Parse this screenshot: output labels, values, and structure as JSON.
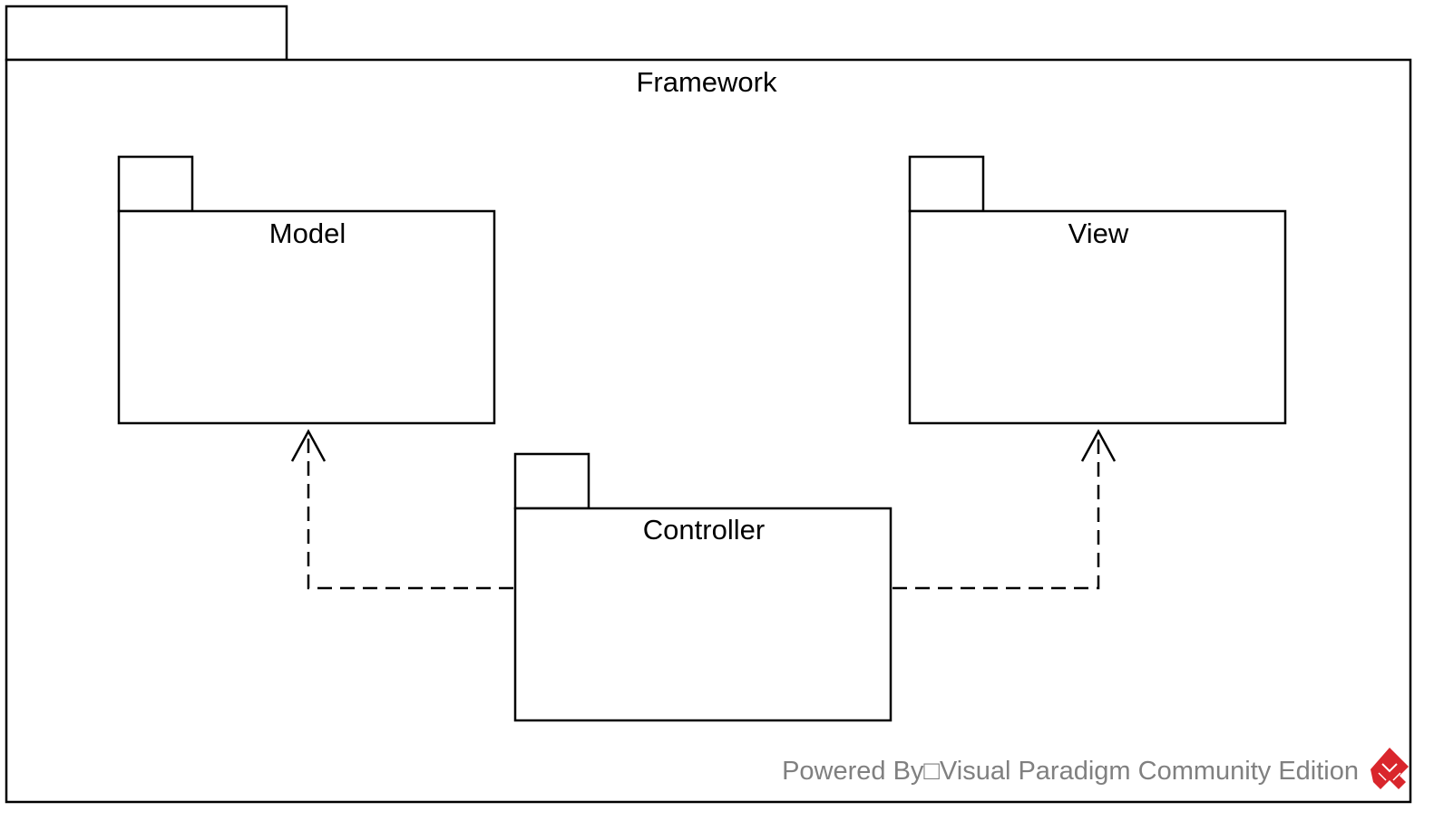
{
  "diagram": {
    "framework": {
      "label": "Framework"
    },
    "packages": {
      "model": {
        "label": "Model"
      },
      "view": {
        "label": "View"
      },
      "controller": {
        "label": "Controller"
      }
    },
    "dependencies": [
      {
        "from": "Controller",
        "to": "Model",
        "style": "dashed",
        "arrow": "open"
      },
      {
        "from": "Controller",
        "to": "View",
        "style": "dashed",
        "arrow": "open"
      }
    ]
  },
  "watermark": {
    "text": "Powered By□Visual Paradigm Community Edition",
    "logo_color": "#d9262c"
  }
}
